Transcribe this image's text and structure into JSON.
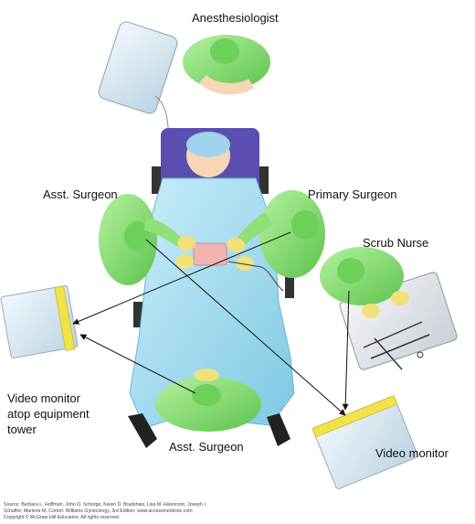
{
  "labels": {
    "anesthesiologist": "Anesthesiologist",
    "asst_surgeon_left": "Asst. Surgeon",
    "primary_surgeon": "Primary Surgeon",
    "scrub_nurse": "Scrub Nurse",
    "video_monitor_tower_line1": "Video monitor",
    "video_monitor_tower_line2": "atop equipment",
    "video_monitor_tower_line3": "tower",
    "asst_surgeon_bottom": "Asst. Surgeon",
    "video_monitor": "Video monitor"
  },
  "source": {
    "line1": "Source: Barbara L. Hoffman, John O. Schorge, Karen D. Bradshaw, Lisa M. Halvorson, Joseph I.",
    "line2": "Schaffer, Marlene M. Corton: Williams Gynecology, 3rd Edition: www.accessmedicine.com",
    "line3": "Copyright © McGraw-Hill Education. All rights reserved."
  },
  "colors": {
    "scrubs_green": "#8fe07a",
    "drape_blue": "#a7dcef",
    "table_purple": "#5a4fb0",
    "monitor_yellow": "#f2e24a",
    "monitor_screen": "#d9e8f2"
  }
}
